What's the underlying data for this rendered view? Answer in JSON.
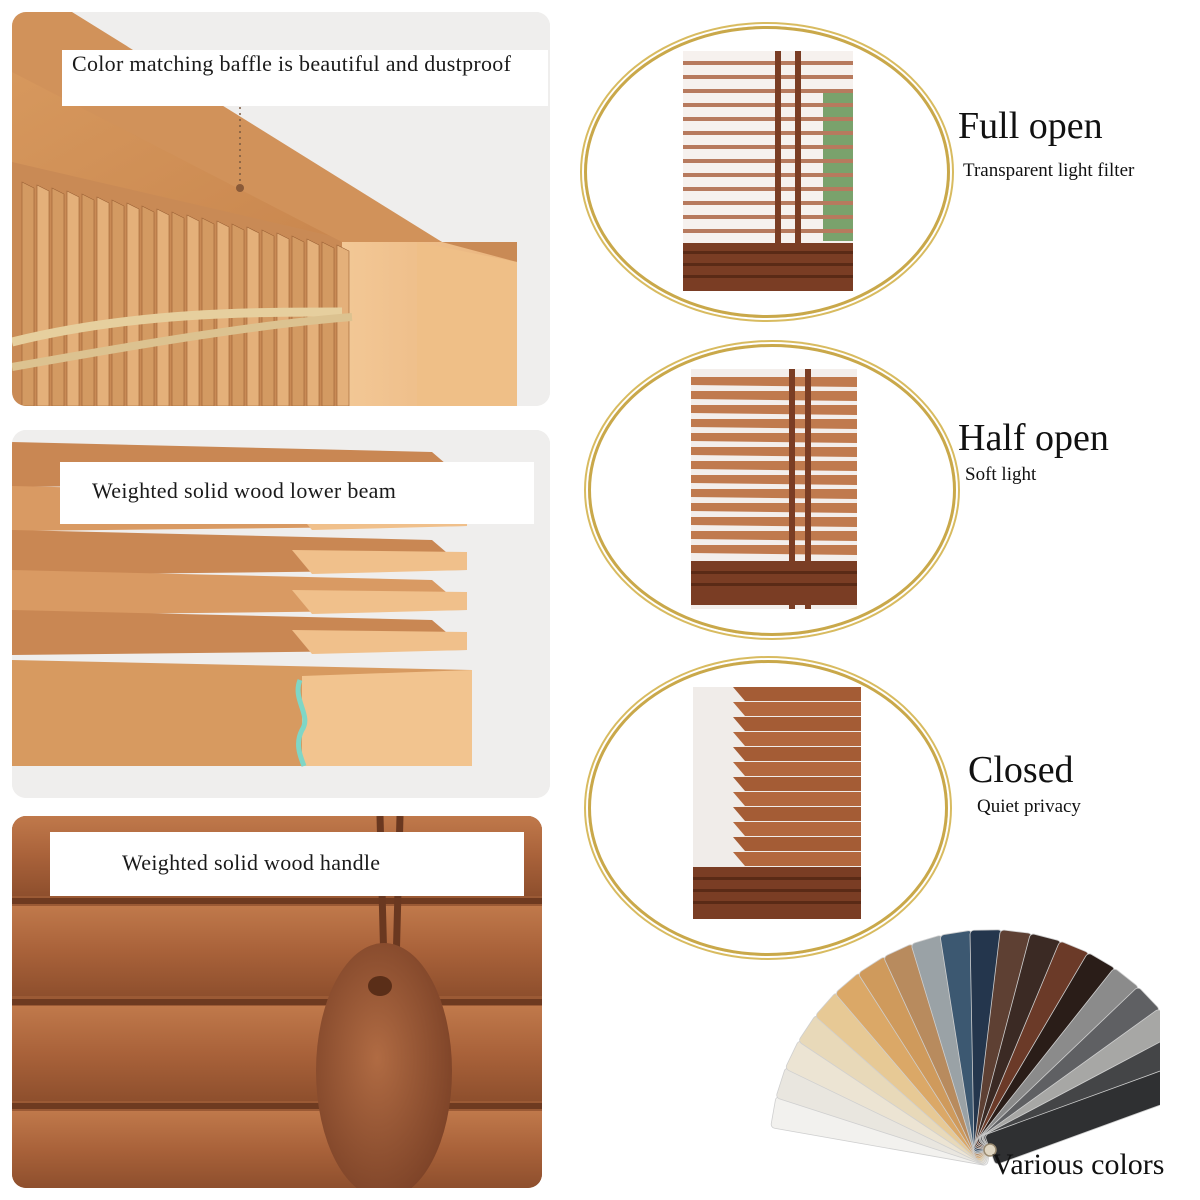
{
  "features": {
    "baffle": "Color matching baffle is beautiful and dustproof",
    "lower_beam": "Weighted solid wood lower beam",
    "handle": "Weighted solid wood handle"
  },
  "modes": [
    {
      "title": "Full open",
      "subtitle": "Transparent light filter"
    },
    {
      "title": "Half open",
      "subtitle": "Soft light"
    },
    {
      "title": "Closed",
      "subtitle": "Quiet privacy"
    }
  ],
  "swatches": {
    "label": "Various colors",
    "colors": [
      "#f2f1ee",
      "#e9e6df",
      "#ece4d3",
      "#e8d9b9",
      "#e7c995",
      "#dba867",
      "#cf9a5c",
      "#b88b5e",
      "#9aa2a6",
      "#3c5871",
      "#24364d",
      "#5e4033",
      "#3b2a24",
      "#6b3a28",
      "#2a1d18",
      "#8b8b8b",
      "#5f6063",
      "#a7a7a5",
      "#444547",
      "#2f3032"
    ]
  },
  "palette": {
    "wood_light": "#e8b57a",
    "wood_mid": "#c98a55",
    "wood_dark": "#7a3d24",
    "gold": "#c9a84a"
  }
}
